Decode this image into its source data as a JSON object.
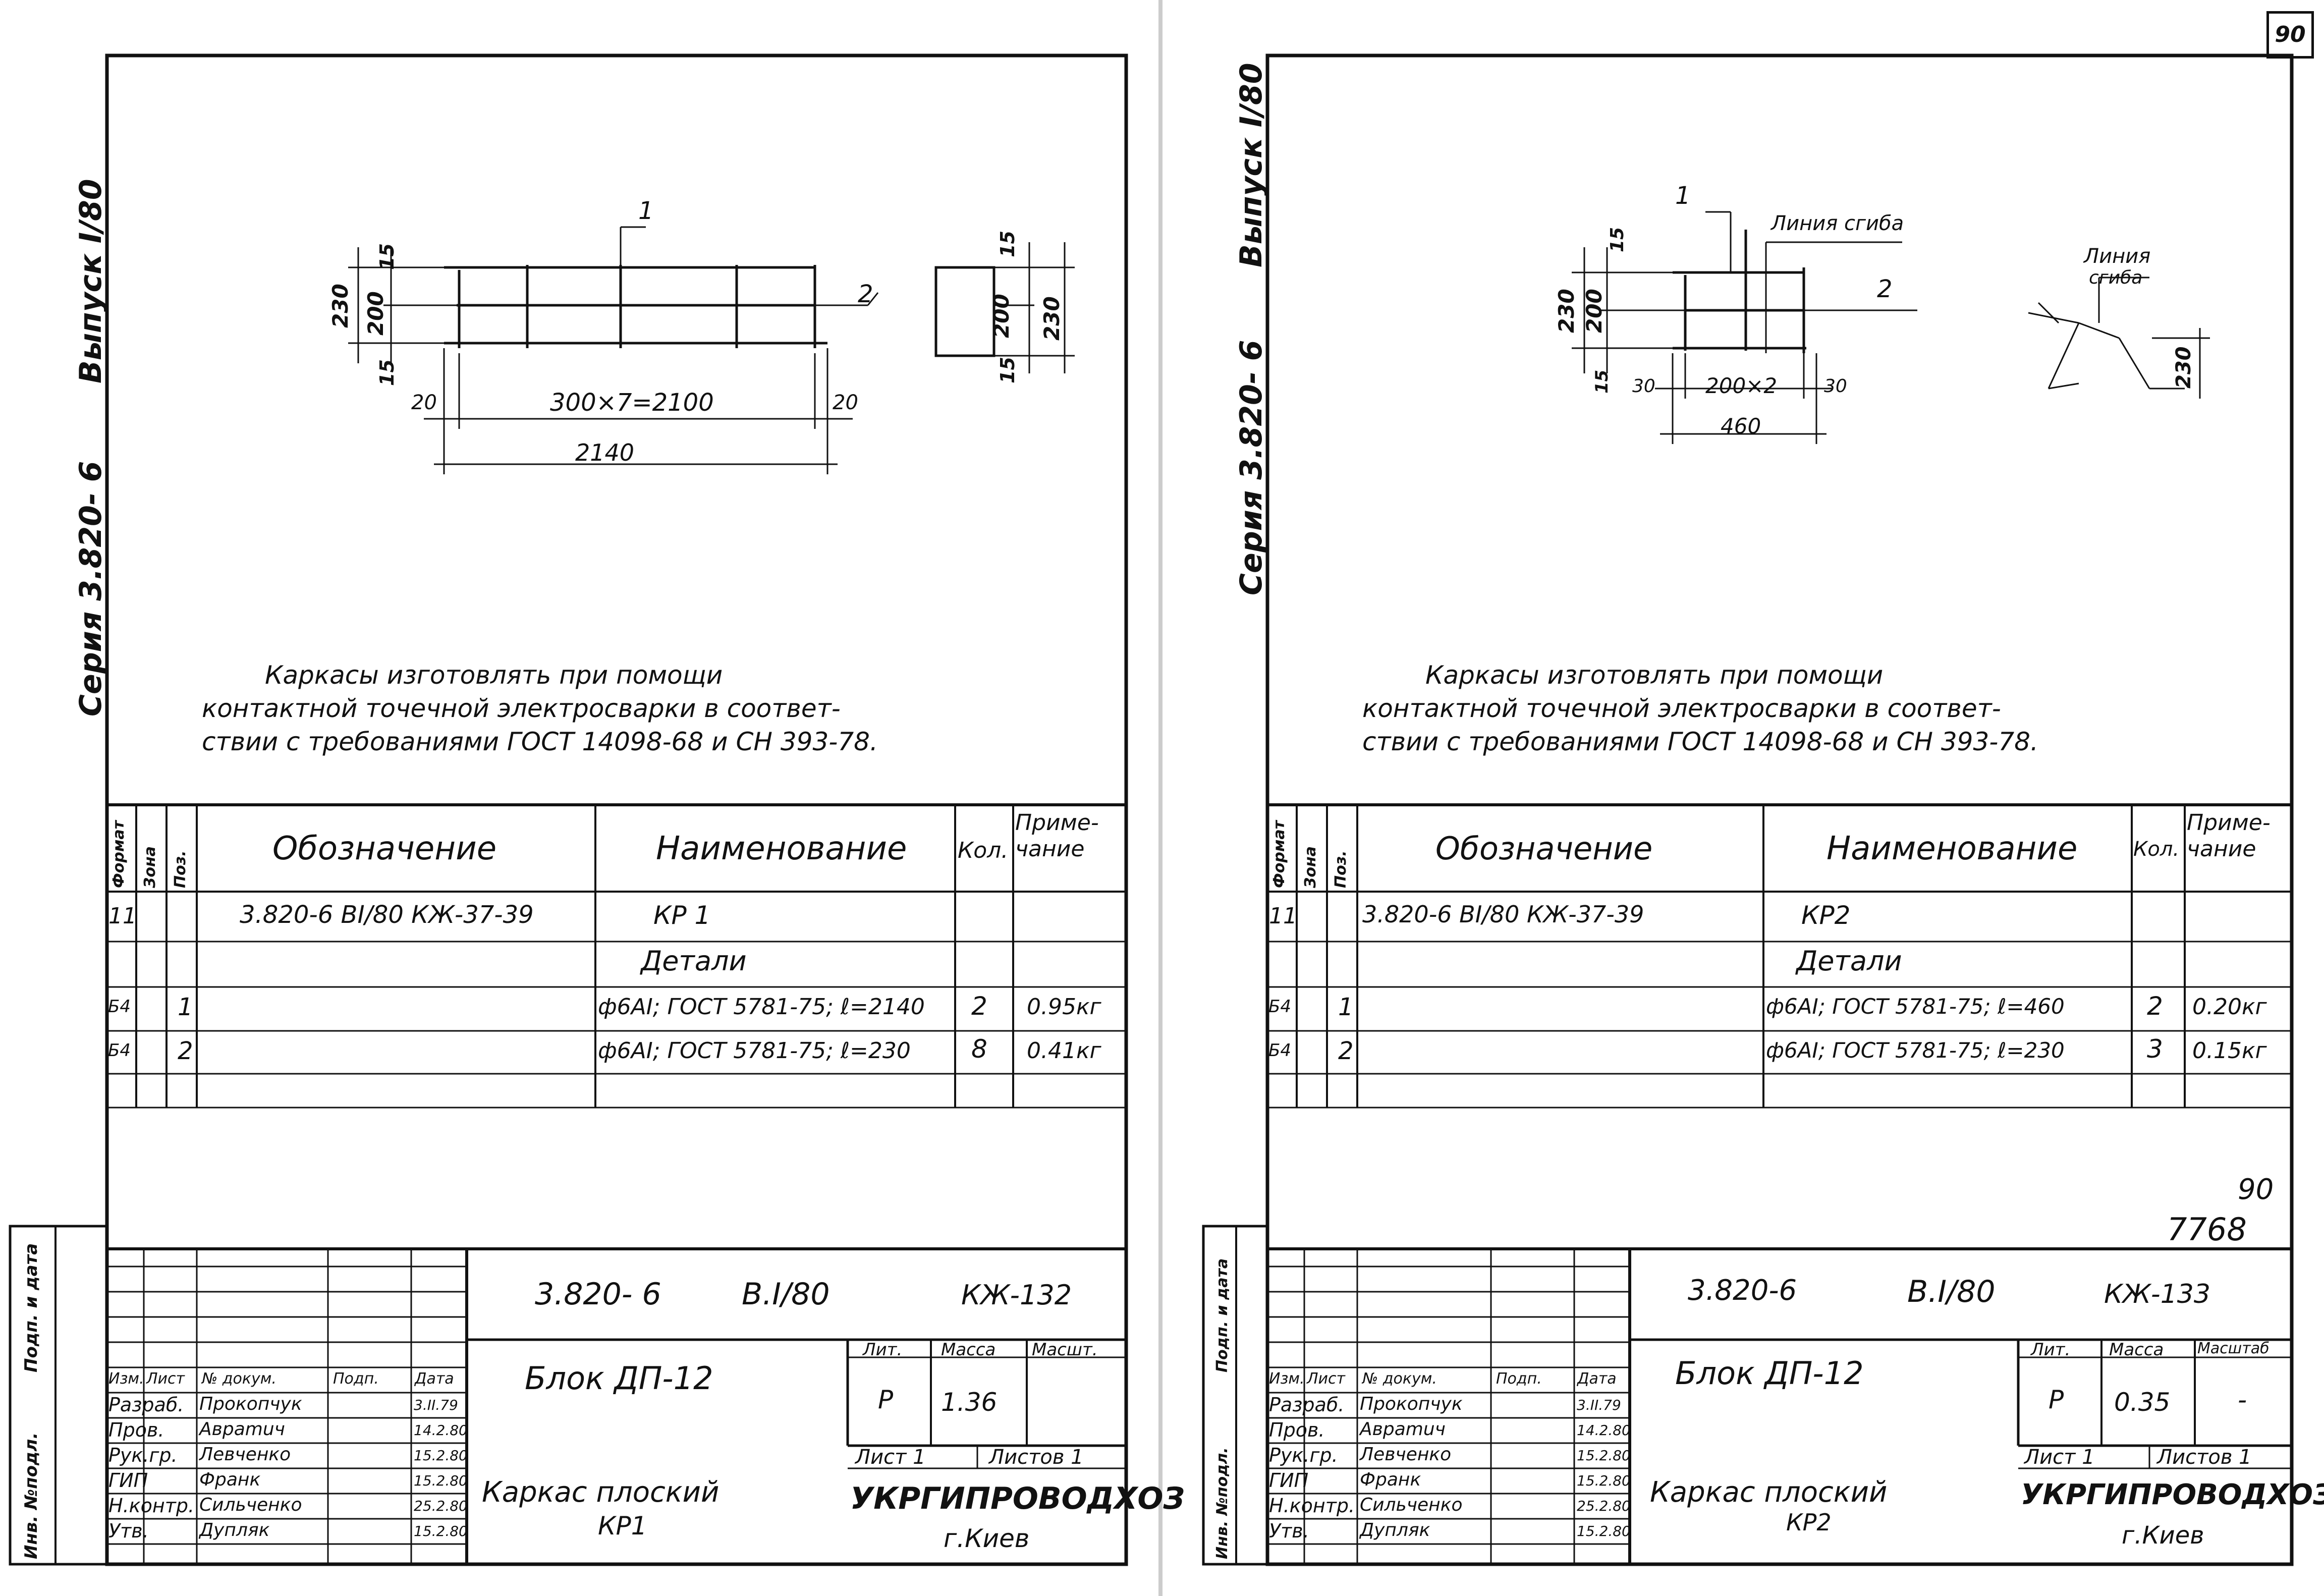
{
  "page_number": "90",
  "sheets": [
    {
      "series": "Серия 3.820- 6",
      "issue": "Выпуск I/80",
      "inv_label": "Инв. №подл.",
      "sign_label": "Подп. и дата",
      "callouts": [
        "1",
        "2"
      ],
      "dims": {
        "d230a": "230",
        "d200a": "200",
        "d15a": "15",
        "d15b": "15",
        "d20a": "20",
        "d20b": "20",
        "span": "300×7=2100",
        "total": "2140",
        "s15a": "15",
        "s200": "200",
        "s230": "230",
        "s15b": "15"
      },
      "note": [
        "Каркасы изготовлять при помощи",
        "контактной точечной электросварки в соответ-",
        "ствии с требованиями ГОСТ 14098-68 и СН 393-78."
      ],
      "spec_headers": {
        "format": "Формат",
        "zone": "Зона",
        "pos": "Поз.",
        "designation": "Обозначение",
        "name": "Наименование",
        "qty": "Кол.",
        "note": "Приме-чание"
      },
      "spec_rows": [
        {
          "format": "11",
          "pos": "",
          "designation": "3.820-6  ВI/80 КЖ-37-39",
          "name": "КР 1",
          "qty": "",
          "note": ""
        },
        {
          "format": "",
          "pos": "",
          "designation": "",
          "name": "Детали",
          "qty": "",
          "note": ""
        },
        {
          "format": "Б4",
          "pos": "1",
          "designation": "",
          "name": "ф6АI; ГОСТ 5781-75; ℓ=2140",
          "qty": "2",
          "note": "0.95кг"
        },
        {
          "format": "Б4",
          "pos": "2",
          "designation": "",
          "name": "ф6АI; ГОСТ 5781-75; ℓ=230",
          "qty": "8",
          "note": "0.41кг"
        }
      ],
      "extra_marks": [
        "",
        ""
      ],
      "code": "3.820- 6",
      "code_issue": "В.I/80",
      "code_sheet": "КЖ-132",
      "product": "Блок ДП-12",
      "title": "Каркас плоский",
      "title_item": "КР1",
      "lit_label": "Лит.",
      "mass_label": "Масса",
      "scale_label": "Масшт.",
      "lit": "Р",
      "mass": "1.36",
      "scale": "",
      "sheet_label": "Лист 1",
      "sheets_label": "Листов 1",
      "org": "УКРГИПРОВОДХОЗ",
      "city": "г.Киев",
      "staff_header": [
        "Изм.",
        "Лист",
        "№ докум.",
        "Подп.",
        "Дата"
      ],
      "staff": [
        {
          "role": "Разраб.",
          "name": "Прокопчук",
          "date": "3.II.79"
        },
        {
          "role": "Пров.",
          "name": "Авраmuч",
          "date": "14.2.80"
        },
        {
          "role": "Рук.гр.",
          "name": "Левченко",
          "date": "15.2.80"
        },
        {
          "role": "ГИП",
          "name": "Франк",
          "date": "15.2.80"
        },
        {
          "role": "Н.контр.",
          "name": "Сильченко",
          "date": "25.2.80"
        },
        {
          "role": "Утв.",
          "name": "Дупляк",
          "date": "15.2.80"
        }
      ]
    },
    {
      "series": "Серия 3.820- 6",
      "issue": "Выпуск I/80",
      "inv_label": "Инв. №подл.",
      "sign_label": "Подп. и дата",
      "callouts": [
        "1",
        "2"
      ],
      "bend_line": "Линия сгиба",
      "bend_line2": [
        "Линия",
        "сгиба"
      ],
      "dims": {
        "d230": "230",
        "d200": "200",
        "d15a": "15",
        "d15b": "15",
        "d30a": "30",
        "d30b": "30",
        "span": "200×2",
        "total": "460",
        "h230": "230"
      },
      "note": [
        "Каркасы изготовлять при помощи",
        "контактной точечной электросварки в соответ-",
        "ствии с требованиями ГОСТ 14098-68 и СН 393-78."
      ],
      "spec_headers": {
        "format": "Формат",
        "zone": "Зона",
        "pos": "Поз.",
        "designation": "Обозначение",
        "name": "Наименование",
        "qty": "Кол.",
        "note": "Приме-чание"
      },
      "spec_rows": [
        {
          "format": "11",
          "pos": "",
          "designation": "3.820-6  ВI/80 КЖ-37-39",
          "name": "КР2",
          "qty": "",
          "note": ""
        },
        {
          "format": "",
          "pos": "",
          "designation": "",
          "name": "Детали",
          "qty": "",
          "note": ""
        },
        {
          "format": "Б4",
          "pos": "1",
          "designation": "",
          "name": "ф6АI; ГОСТ 5781-75; ℓ=460",
          "qty": "2",
          "note": "0.20кг"
        },
        {
          "format": "Б4",
          "pos": "2",
          "designation": "",
          "name": "ф6АI; ГОСТ 5781-75; ℓ=230",
          "qty": "3",
          "note": "0.15кг"
        }
      ],
      "extra_marks": [
        "90",
        "7768"
      ],
      "code": "3.820-6",
      "code_issue": "В.I/80",
      "code_sheet": "КЖ-133",
      "product": "Блок ДП-12",
      "title": "Каркас плоский",
      "title_item": "КР2",
      "lit_label": "Лит.",
      "mass_label": "Масса",
      "scale_label": "Масштаб",
      "lit": "Р",
      "mass": "0.35",
      "scale": "-",
      "sheet_label": "Лист 1",
      "sheets_label": "Листов 1",
      "org": "УКРГИПРОВОДХОЗ",
      "city": "г.Киев",
      "staff_header": [
        "Изм.",
        "Лист",
        "№ докум.",
        "Подп.",
        "Дата"
      ],
      "staff": [
        {
          "role": "Разраб.",
          "name": "Прокопчук",
          "date": "3.II.79"
        },
        {
          "role": "Пров.",
          "name": "Авраmuч",
          "date": "14.2.80"
        },
        {
          "role": "Рук.гр.",
          "name": "Левченко",
          "date": "15.2.80"
        },
        {
          "role": "ГИП",
          "name": "Франк",
          "date": "15.2.80"
        },
        {
          "role": "Н.контр.",
          "name": "Сильченко",
          "date": "25.2.80"
        },
        {
          "role": "Утв.",
          "name": "Дупляк",
          "date": "15.2.80"
        }
      ]
    }
  ]
}
